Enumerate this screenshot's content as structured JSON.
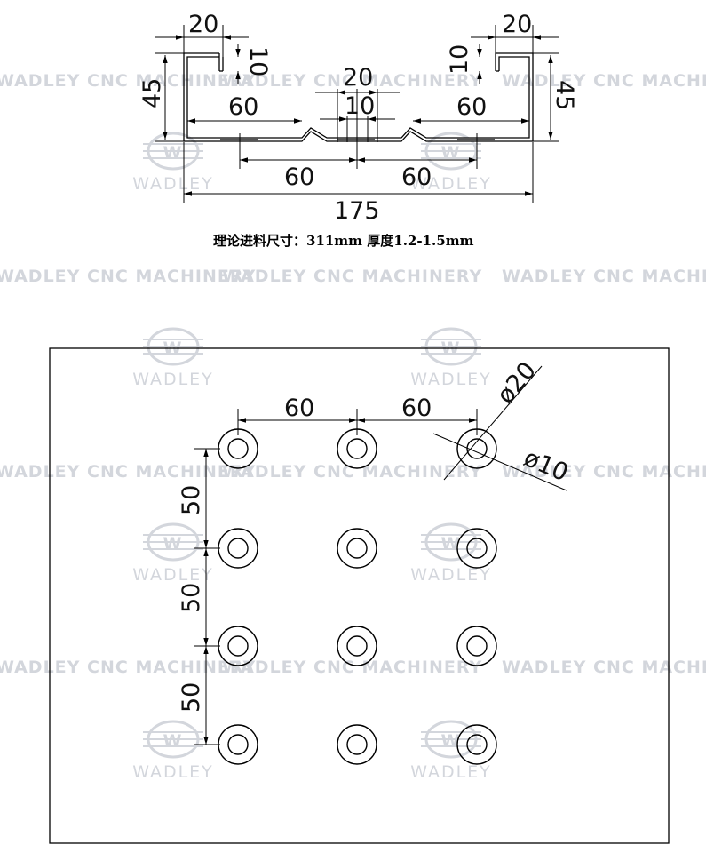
{
  "watermark": {
    "company": "WADLEY CNC MACHINERY",
    "brand": "WADLEY",
    "logo_letter": "W",
    "color": "#d3d6dc"
  },
  "profile": {
    "dim_top_left_flange": "20",
    "dim_top_left_lip": "10",
    "dim_top_right_flange": "20",
    "dim_top_right_lip": "10",
    "dim_left_height": "45",
    "dim_right_height": "45",
    "dim_center_20": "20",
    "dim_center_10": "10",
    "dim_left_60": "60",
    "dim_right_60": "60",
    "dim_bottom_left_60": "60",
    "dim_bottom_right_60": "60",
    "dim_total": "175",
    "note": "理论进料尺寸：311mm  厚度1.2-1.5mm"
  },
  "hole_pattern": {
    "dim_h1": "60",
    "dim_h2": "60",
    "dim_v1": "50",
    "dim_v2": "50",
    "dim_v3": "50",
    "outer_diameter": "ø20",
    "inner_diameter": "ø10",
    "rows": 4,
    "cols": 3
  }
}
